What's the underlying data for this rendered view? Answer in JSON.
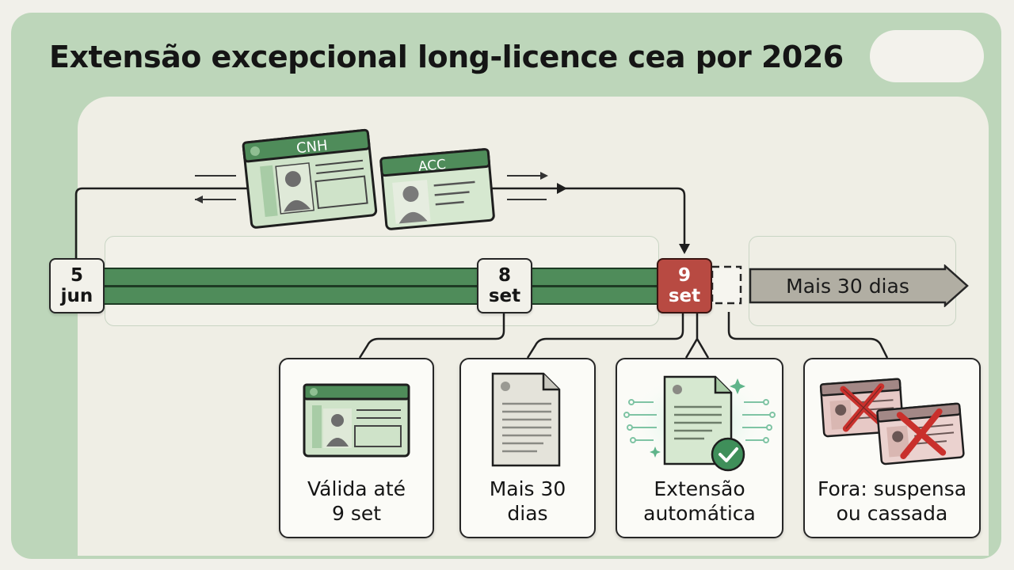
{
  "title": "Extensão excepcional long-licence cea por 2026",
  "documents": {
    "cnh_label": "CNH",
    "acc_label": "ACC"
  },
  "timeline": {
    "start": {
      "day": "5",
      "month": "jun"
    },
    "middle": {
      "day": "8",
      "month": "set"
    },
    "deadline": {
      "day": "9",
      "month": "set"
    },
    "extension_label": "Mais 30 dias"
  },
  "cards": [
    {
      "label": "Válida até 9 set",
      "icon": "license-card-icon"
    },
    {
      "label": "Mais 30 dias",
      "icon": "document-icon"
    },
    {
      "label": "Extensão automática",
      "icon": "document-check-icon"
    },
    {
      "label": "Fora: suspensa ou cassada",
      "icon": "cancelled-licenses-icon"
    }
  ],
  "colors": {
    "background_green": "#bdd6ba",
    "track_green": "#4f8c5a",
    "deadline_red": "#b84a42",
    "cross_red": "#c9302c"
  }
}
